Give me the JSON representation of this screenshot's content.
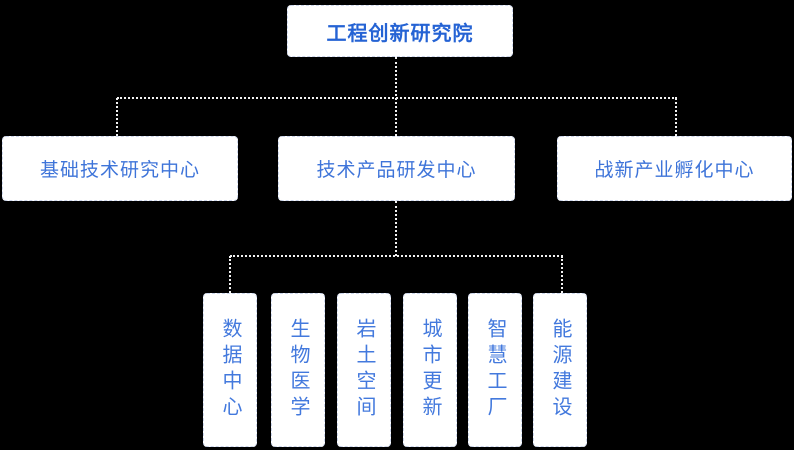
{
  "org_chart": {
    "title": "工程创新研究院",
    "root": {
      "label": "工程创新研究院"
    },
    "level2": [
      {
        "label": "基础技术研究中心"
      },
      {
        "label": "技术产品研发中心"
      },
      {
        "label": "战新产业孵化中心"
      }
    ],
    "level3": [
      {
        "label": "数据中心"
      },
      {
        "label": "生物医学"
      },
      {
        "label": "岩土空间"
      },
      {
        "label": "城市更新"
      },
      {
        "label": "智慧工厂"
      },
      {
        "label": "能源建设"
      }
    ],
    "colors": {
      "background": "#000000",
      "node_fill": "#ffffff",
      "node_border": "#ccd6ec",
      "root_text": "#2563d4",
      "level2_text": "#3e74d9",
      "level3_text": "#4379dd",
      "connector": "#f2f2f2"
    }
  }
}
